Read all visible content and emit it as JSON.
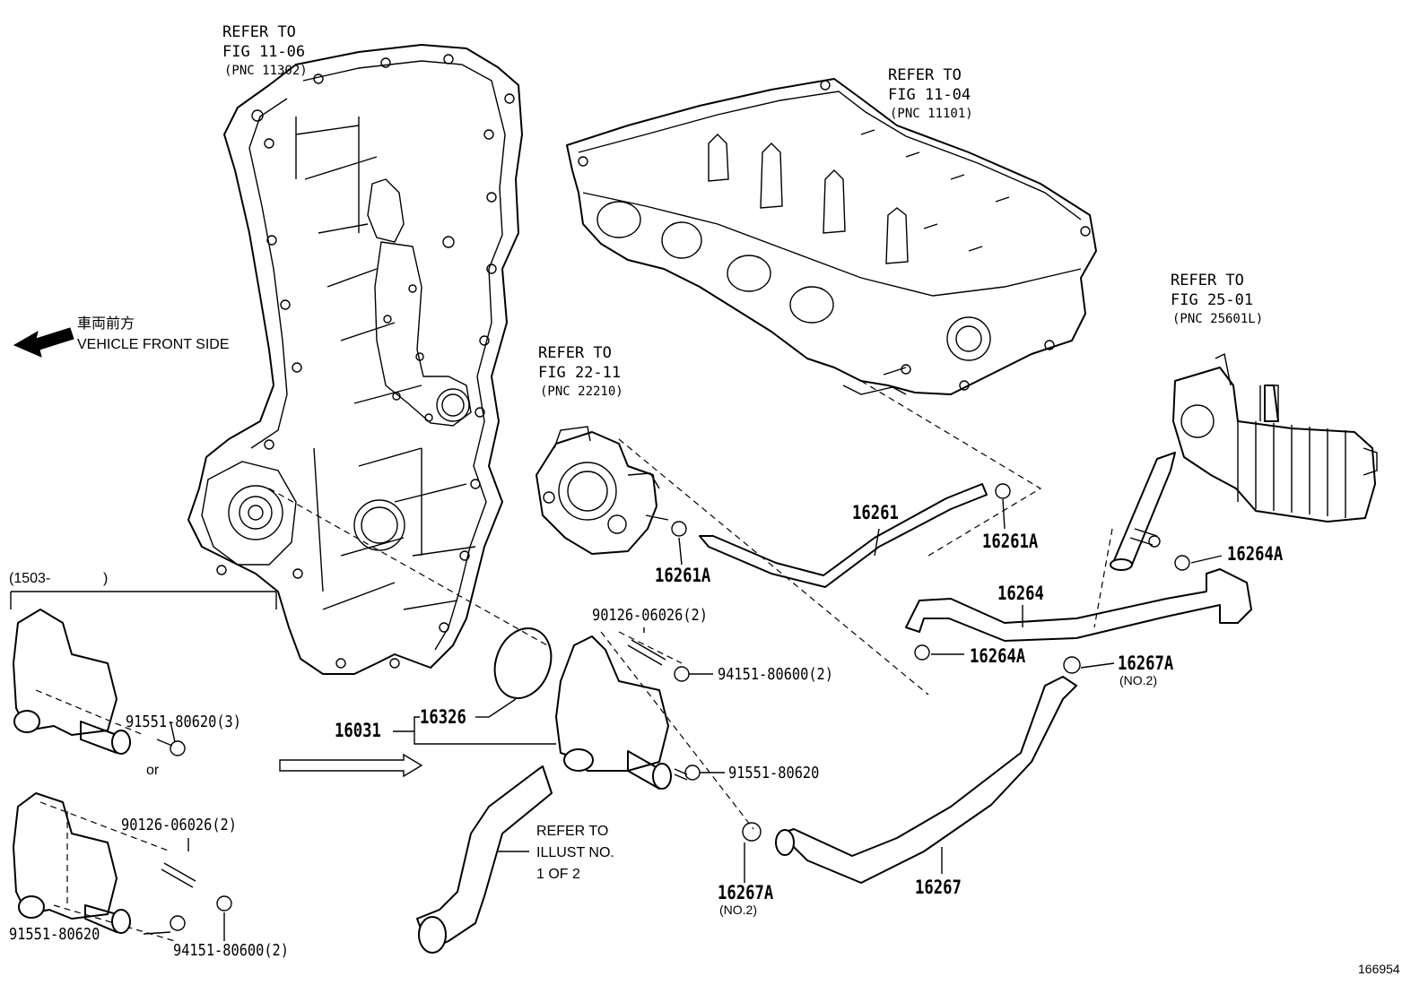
{
  "callouts": {
    "timing_cover": {
      "line1": "REFER TO",
      "line2": "FIG 11-06",
      "line3": "(PNC 11302)"
    },
    "cylinder_head": {
      "line1": "REFER TO",
      "line2": "FIG 11-04",
      "line3": "(PNC 11101)"
    },
    "throttle_body": {
      "line1": "REFER TO",
      "line2": "FIG 22-11",
      "line3": "(PNC 22210)"
    },
    "egr_cooler": {
      "line1": "REFER TO",
      "line2": "FIG 25-01",
      "line3": "(PNC 25601L)"
    },
    "hose_illust": {
      "line1": "REFER TO",
      "line2": "ILLUST NO.",
      "line3": "1 OF 2"
    }
  },
  "direction": {
    "jp": "車両前方",
    "en": "VEHICLE FRONT SIDE"
  },
  "date_range": {
    "open": "(1503-",
    "close": ")"
  },
  "or_text": "or",
  "parts": {
    "p16261": "16261",
    "p16261A_top": "16261A",
    "p16261A_left": "16261A",
    "p16264": "16264",
    "p16264A_right": "16264A",
    "p16264A_left": "16264A",
    "p16267": "16267",
    "p16267A_right": "16267A",
    "p16267A_right_note": "(NO.2)",
    "p16267A_bottom": "16267A",
    "p16267A_bottom_note": "(NO.2)",
    "p16031": "16031",
    "p16326": "16326",
    "stud_main": "90126-06026(2)",
    "nut_main": "94151-80600(2)",
    "bolt_main": "91551-80620",
    "bolt_upper_alt": "91551-80620(3)",
    "stud_lower_alt": "90126-06026(2)",
    "bolt_lower_alt": "91551-80620",
    "nut_lower_alt": "94151-80600(2)"
  },
  "figure_number": "166954"
}
